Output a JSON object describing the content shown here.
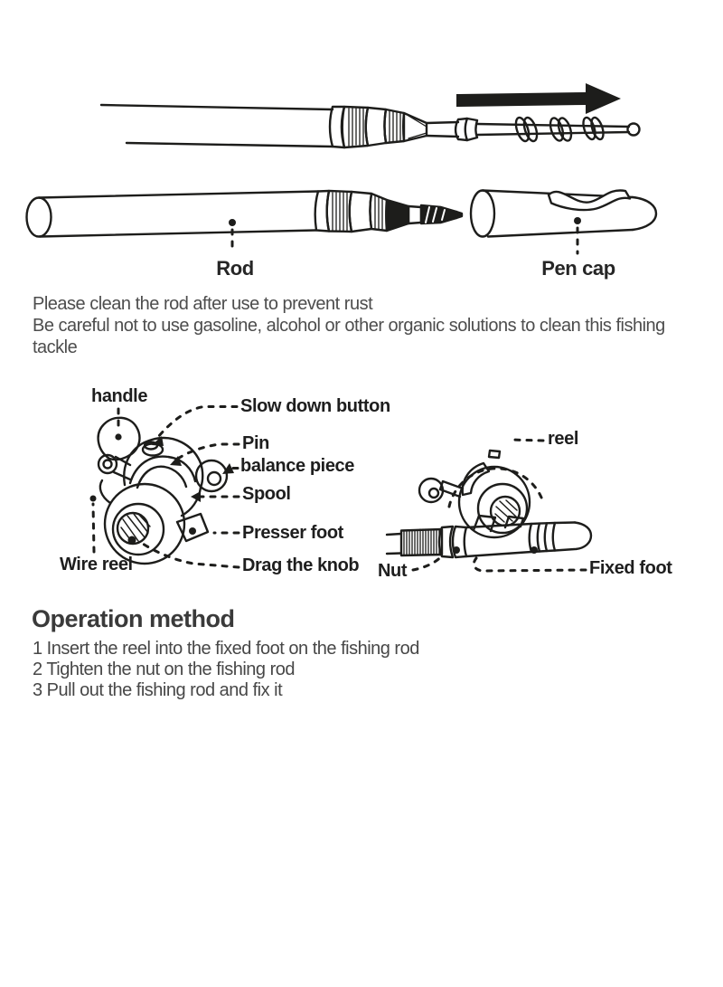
{
  "colors": {
    "ink": "#1d1d1b",
    "label_text": "#1e1e1e",
    "body_text": "#4d4d4d",
    "background": "#ffffff"
  },
  "rod_figure": {
    "rod_label": "Rod",
    "pen_cap_label": "Pen cap"
  },
  "care_notes": {
    "line1": "Please clean the rod after use to prevent rust",
    "line2": "Be careful not to use gasoline, alcohol or other organic solutions to clean this fishing tackle"
  },
  "reel_diagram": {
    "labels": {
      "handle": "handle",
      "slow_down_button": "Slow down button",
      "pin": "Pin",
      "balance_piece": "balance piece",
      "spool": "Spool",
      "presser_foot": "Presser foot",
      "wire_reel": "Wire reel",
      "drag_the_knob": "Drag the knob"
    }
  },
  "assembly_diagram": {
    "labels": {
      "reel": "reel",
      "nut": "Nut",
      "fixed_foot": "Fixed foot"
    }
  },
  "operation": {
    "title": "Operation method",
    "steps": [
      "1 Insert the reel into the fixed foot on the fishing rod",
      "2 Tighten the nut on the fishing rod",
      "3 Pull out the fishing rod and fix it"
    ]
  }
}
